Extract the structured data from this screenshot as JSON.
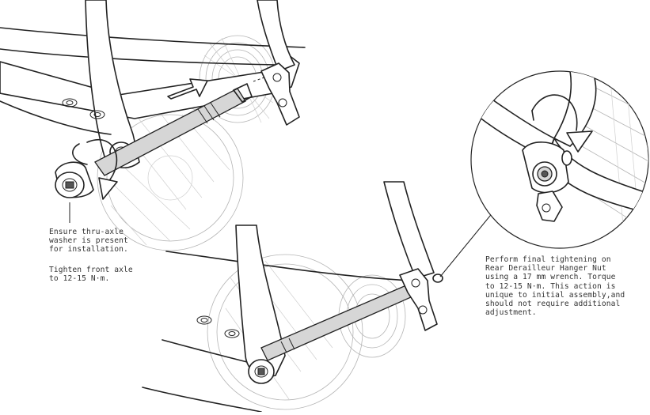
{
  "callouts": {
    "washer_note": "Ensure thru-axle\nwasher is present\nfor installation.",
    "axle_torque_note": "Tighten front axle\nto 12-15 N·m.",
    "hanger_note": "Perform final tightening on\nRear Derailleur Hanger Nut\nusing a 17 mm wrench. Torque\nto 12-15 N·m. This action is\nunique to initial assembly,and\nshould not require additional\nadjustment."
  },
  "illustration": {
    "steps": [
      "insert-thru-axle",
      "tighten-thru-axle",
      "tighten-derailleur-hanger-nut"
    ],
    "line_color": "#222222",
    "background_color": "#ffffff"
  }
}
